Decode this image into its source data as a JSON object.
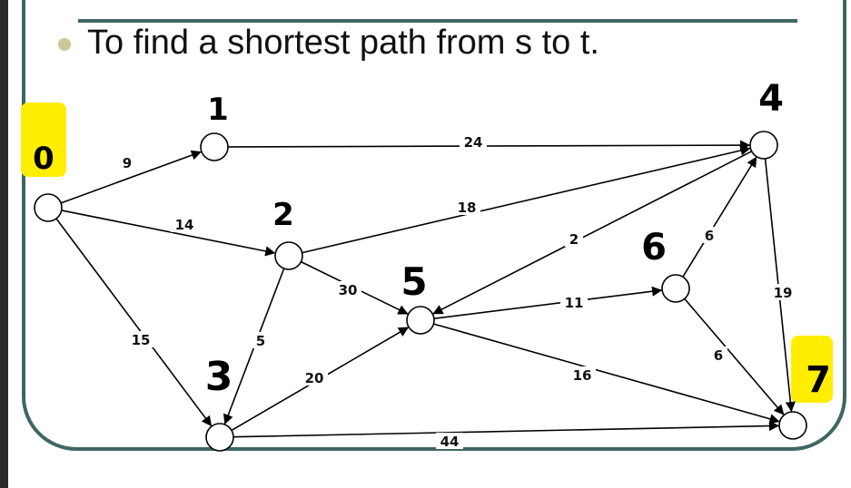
{
  "heading": "To find a shortest path from s to t.",
  "colors": {
    "frame": "#3f6662",
    "highlight": "#ffee00",
    "bullet": "#c9c99a"
  },
  "nodes": [
    {
      "id": "s",
      "handwritten_label": "0",
      "highlighted": true
    },
    {
      "id": "n1",
      "handwritten_label": "1",
      "highlighted": false
    },
    {
      "id": "n2",
      "handwritten_label": "2",
      "highlighted": false
    },
    {
      "id": "n3",
      "handwritten_label": "3",
      "highlighted": false
    },
    {
      "id": "n4",
      "handwritten_label": "4",
      "highlighted": false
    },
    {
      "id": "n5",
      "handwritten_label": "5",
      "highlighted": false
    },
    {
      "id": "n6",
      "handwritten_label": "6",
      "highlighted": false
    },
    {
      "id": "t",
      "handwritten_label": "7",
      "highlighted": true
    }
  ],
  "edges": [
    {
      "from": "s",
      "to": "n1",
      "weight": "9"
    },
    {
      "from": "s",
      "to": "n2",
      "weight": "14"
    },
    {
      "from": "s",
      "to": "n3",
      "weight": "15"
    },
    {
      "from": "n1",
      "to": "n4",
      "weight": "24"
    },
    {
      "from": "n2",
      "to": "n4",
      "weight": "18"
    },
    {
      "from": "n2",
      "to": "n5",
      "weight": "30"
    },
    {
      "from": "n2",
      "to": "n3",
      "weight": "5"
    },
    {
      "from": "n3",
      "to": "n5",
      "weight": "20"
    },
    {
      "from": "n3",
      "to": "t",
      "weight": "44"
    },
    {
      "from": "n4",
      "to": "n5",
      "weight": "2"
    },
    {
      "from": "n4",
      "to": "t",
      "weight": "19"
    },
    {
      "from": "n5",
      "to": "n6",
      "weight": "11"
    },
    {
      "from": "n5",
      "to": "t",
      "weight": "16"
    },
    {
      "from": "n6",
      "to": "n4",
      "weight": "6"
    },
    {
      "from": "n6",
      "to": "t",
      "weight": "6"
    }
  ]
}
